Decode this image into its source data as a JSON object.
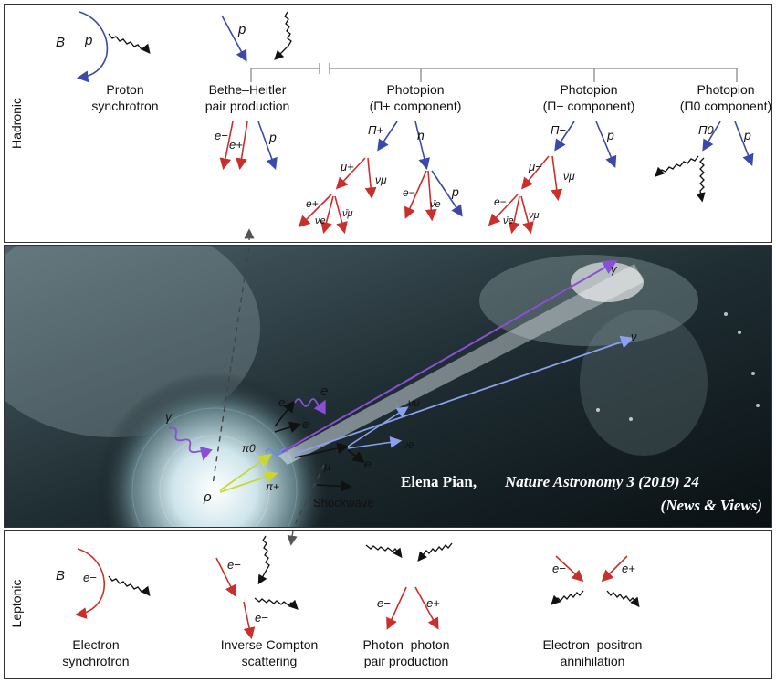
{
  "hadronic": {
    "side_label": "Hadronic",
    "processes": [
      {
        "line1": "Proton",
        "line2": "synchrotron"
      },
      {
        "line1": "Bethe–Heitler",
        "line2": "pair production"
      },
      {
        "line1": "Photopion",
        "line2": "(Π+ component)"
      },
      {
        "line1": "Photopion",
        "line2": "(Π− component)"
      },
      {
        "line1": "Photopion",
        "line2": "(Π0 component)"
      }
    ],
    "particles": {
      "B": "B",
      "p": "p",
      "n": "n",
      "e_minus": "e−",
      "e_plus": "e+",
      "pi_plus": "Π+",
      "pi_minus": "Π−",
      "pi_zero": "Π0",
      "mu_plus": "μ+",
      "mu_minus": "μ−",
      "nu_mu": "νμ",
      "nu_mu_bar": "ν̄μ",
      "nu_e": "νe",
      "nu_e_bar": "ν̄e"
    }
  },
  "jet": {
    "labels": {
      "gamma": "γ",
      "nu": "ν",
      "rho": "ρ",
      "pi0": "π0",
      "pi_plus": "π+",
      "e": "e",
      "mu": "μ",
      "nu_mu": "νμ",
      "nu_e": "νe",
      "shockwave": "Shockwave"
    },
    "credit_line1_author": "Elena Pian,",
    "credit_line1_source": "Nature Astronomy 3 (2019) 24",
    "credit_line2": "(News & Views)"
  },
  "leptonic": {
    "side_label": "Leptonic",
    "processes": [
      {
        "line1": "Electron",
        "line2": "synchrotron"
      },
      {
        "line1": "Inverse Compton",
        "line2": "scattering"
      },
      {
        "line1": "Photon–photon",
        "line2": "pair production"
      },
      {
        "line1": "Electron–positron",
        "line2": "annihilation"
      }
    ]
  },
  "colors": {
    "proton": "#3b4aa8",
    "lepton": "#c9302c",
    "field": "#3a9a3a",
    "photon": "#111111",
    "jet_purple": "#8a4fd6",
    "jet_yellow": "#c8d830",
    "jet_blue": "#6b8be0"
  }
}
